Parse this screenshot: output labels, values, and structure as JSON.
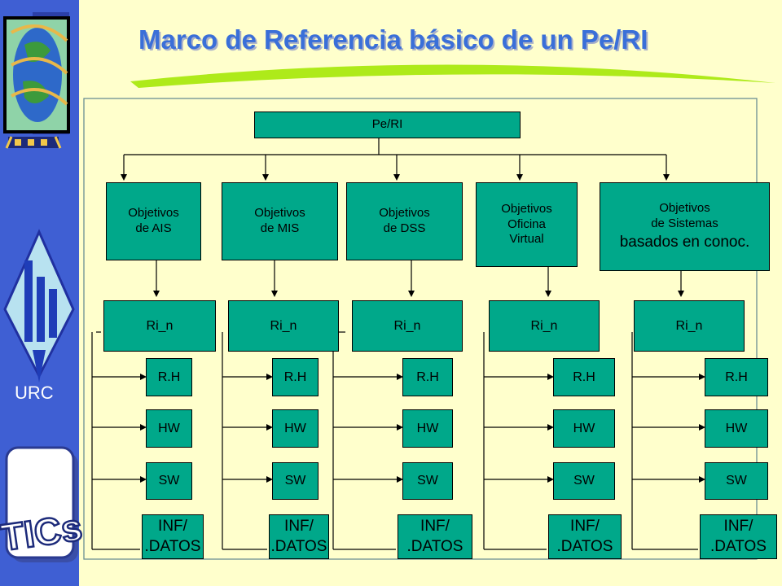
{
  "title": "Marco de Referencia básico de un Pe/RI",
  "sidebar": {
    "logo_label": "URC",
    "badge_text": "TICs"
  },
  "root": "Pe/RI",
  "objectives": [
    {
      "text": "Objetivos\nde  AIS"
    },
    {
      "text": "Objetivos\nde MIS"
    },
    {
      "text": "Objetivos\nde DSS"
    },
    {
      "text": "Objetivos\nOficina\nVirtual"
    },
    {
      "text": "Objetivos\nde Sistemas"
    }
  ],
  "objective_extra": "basados en conoc.",
  "ri_label": "Ri_n",
  "components": {
    "rh": "R.H",
    "hw": "HW",
    "sw": "SW",
    "inf": "INF/\n.DATOS"
  },
  "colors": {
    "box": "#00A88A",
    "sidebar": "#3F5FD3",
    "background": "#FFFFCC",
    "title": "#3A6FD8"
  }
}
